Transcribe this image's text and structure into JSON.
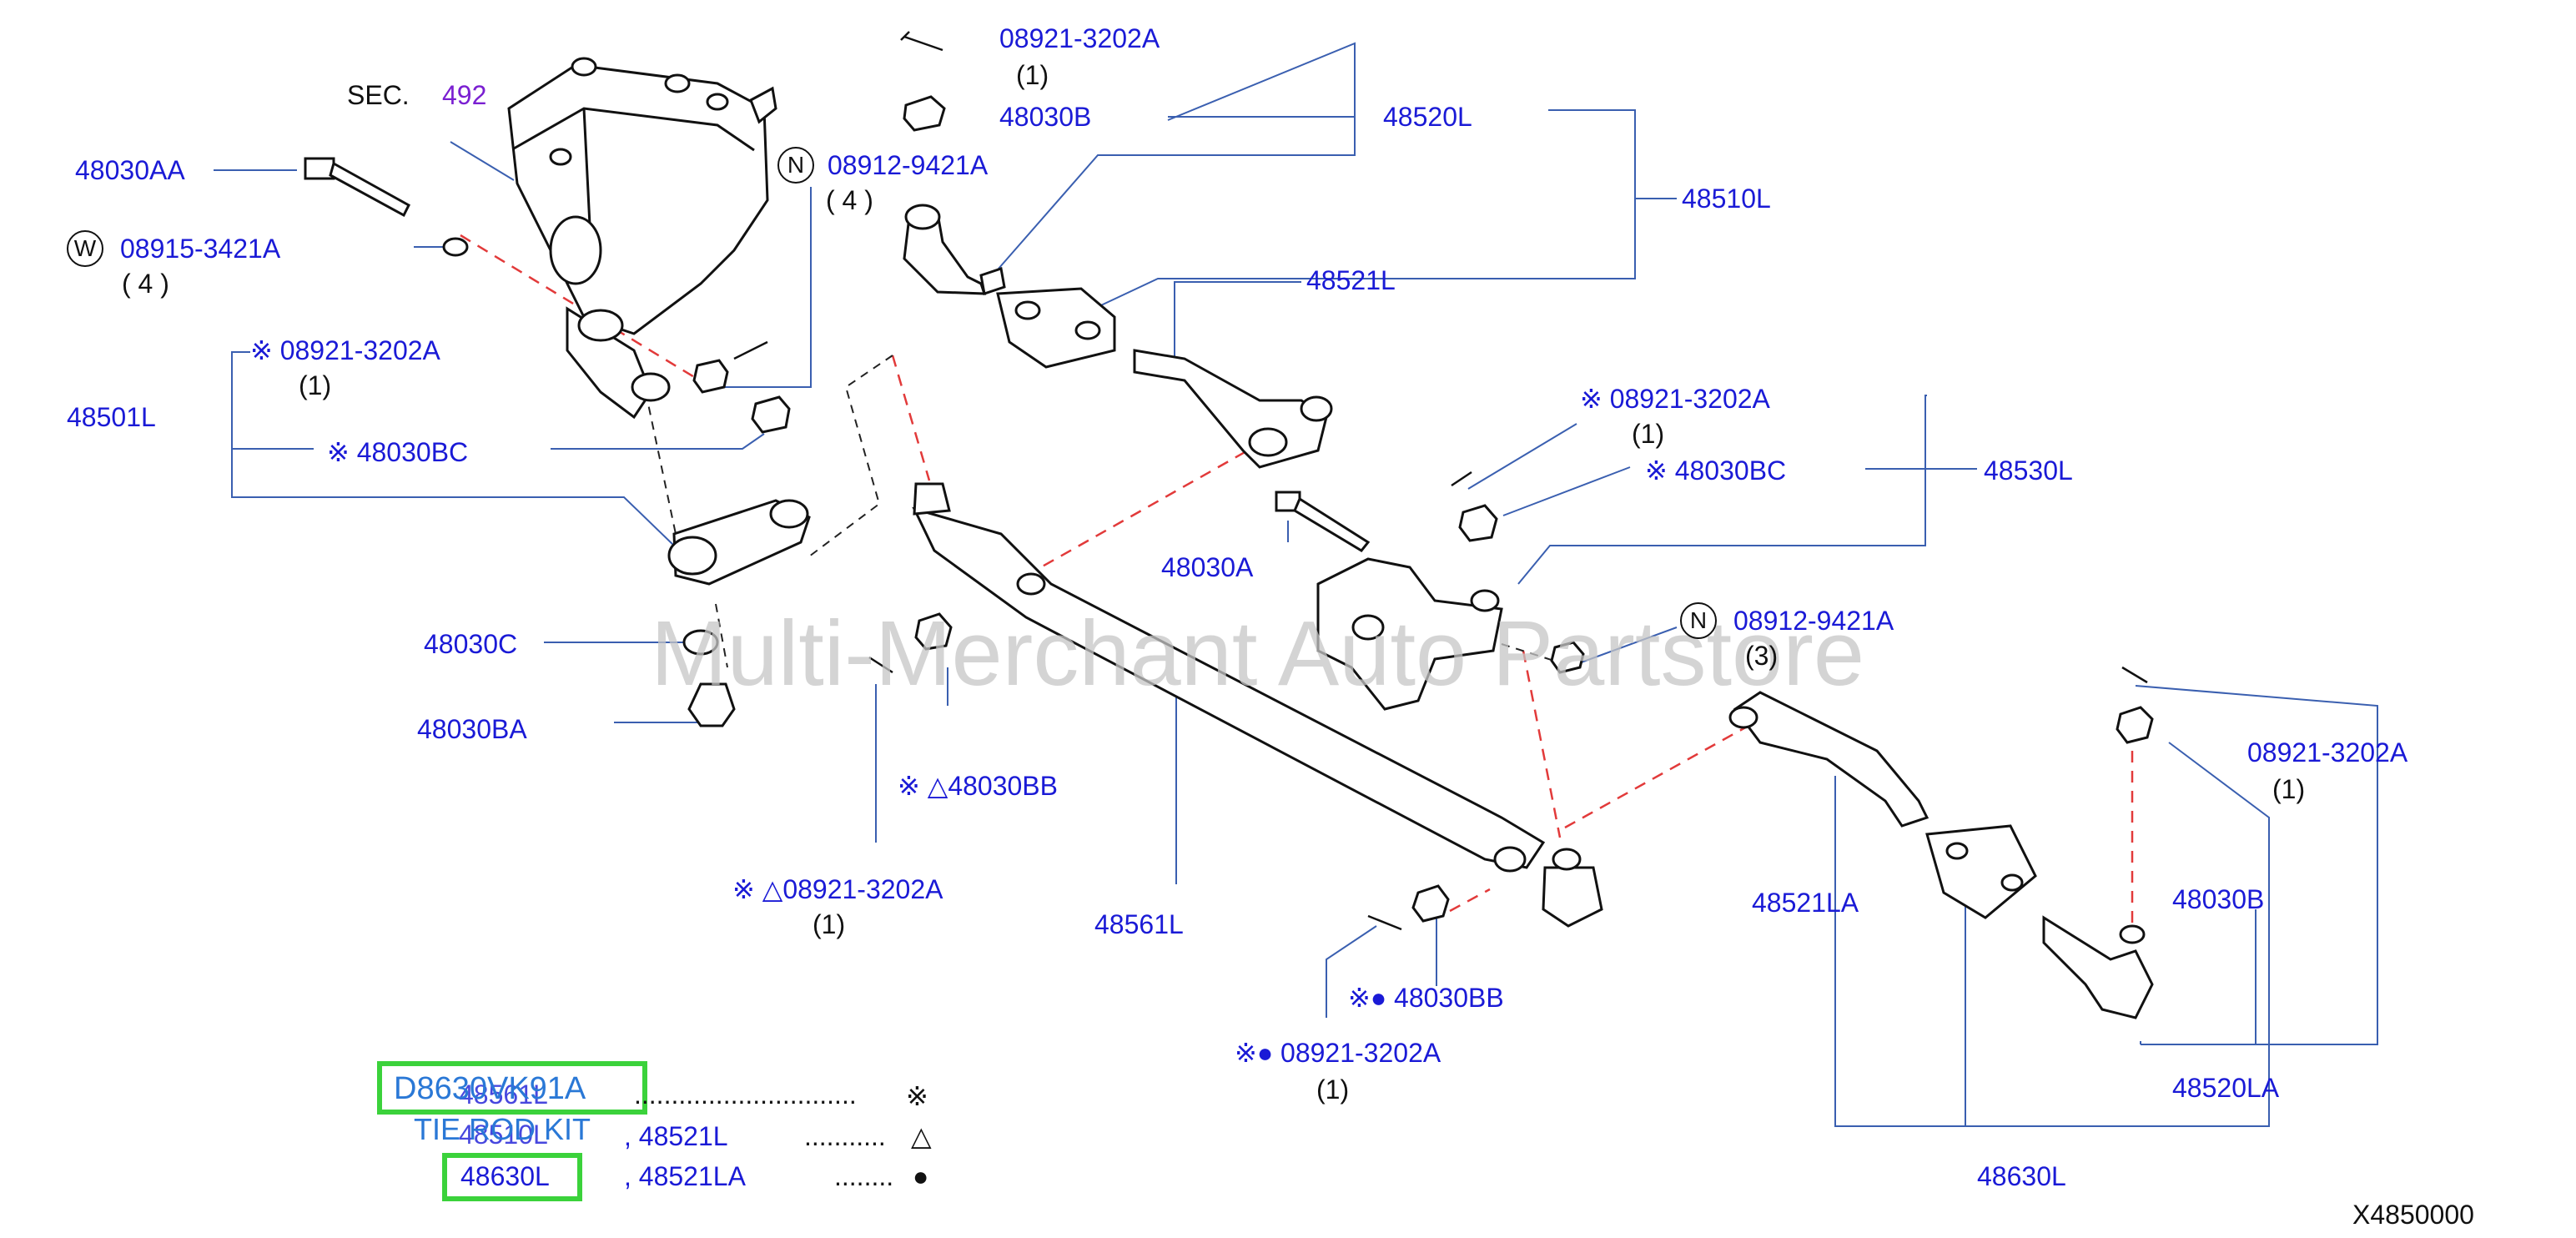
{
  "watermark": "Multi-Merchant Auto Partstore",
  "section": {
    "prefix": "SEC.",
    "number": "492"
  },
  "circle_marks": {
    "N1": "N",
    "N2": "N",
    "W": "W"
  },
  "labels": {
    "p_08921_top": "08921-3202A",
    "q_top": "(1)",
    "p_48030B_top": "48030B",
    "p_48520L": "48520L",
    "p_48510L": "48510L",
    "p_48521L": "48521L",
    "p_48030AA": "48030AA",
    "p_08912_1": "08912-9421A",
    "q_4a": "( 4 )",
    "p_08915": "08915-3421A",
    "q_4b": "( 4 )",
    "p_08921_mid": "※ 08921-3202A",
    "q_mid": "(1)",
    "p_48501L": "48501L",
    "p_48030BC_left": "※ 48030BC",
    "p_08921_right": "※ 08921-3202A",
    "q_right": "(1)",
    "p_48030BC_right": "※ 48030BC",
    "p_48530L": "48530L",
    "p_48030A": "48030A",
    "p_48030C": "48030C",
    "p_08912_2": "08912-9421A",
    "q_3": "(3)",
    "p_48030BA": "48030BA",
    "p_48030BB_left": "※ △48030BB",
    "p_08921_br": "08921-3202A",
    "q_br": "(1)",
    "p_48521LA": "48521LA",
    "p_48030B_right": "48030B",
    "p_08921_tri": "※ △08921-3202A",
    "q_tri": "(1)",
    "p_48561L": "48561L",
    "p_48030BB_bottom": "※● 48030BB",
    "p_08921_dot": "※● 08921-3202A",
    "q_dot": "(1)",
    "p_48520LA": "48520LA",
    "p_48630L": "48630L",
    "p_X4850000": "X4850000"
  },
  "legend": {
    "kit_part": "D8630VK91A",
    "kit_under": "48561L",
    "kit_name": "TIE ROD KIT",
    "kit_name_under": "48510L",
    "row1_dots": "..............................",
    "row1_mark": "※",
    "row2_part": ", 48521L",
    "row2_dots": "...........",
    "row2_mark": "△",
    "row3_part1": "48630L",
    "row3_part2": ", 48521LA",
    "row3_dots": "........",
    "row3_mark": "●"
  },
  "colors": {
    "part_number": "#1a1ad6",
    "section_number": "#7a1fd1",
    "highlight": "#3bd23b",
    "dash_red": "#e23a3a",
    "kit_text": "#2a78d6"
  }
}
